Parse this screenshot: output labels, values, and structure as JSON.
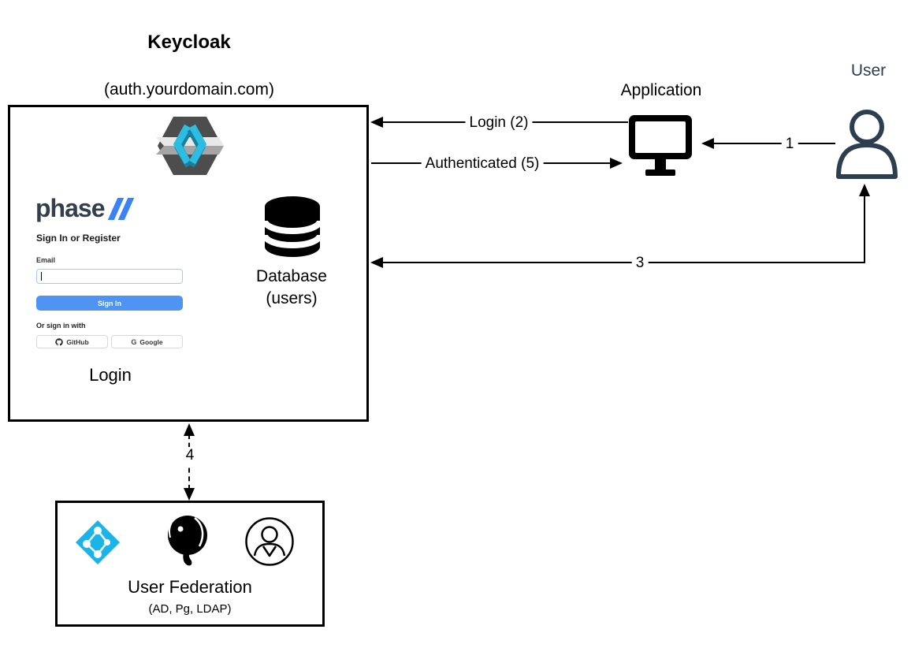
{
  "title": "Keycloak",
  "subtitle": "(auth.yourdomain.com)",
  "keycloak_box": {
    "login_caption": "Login",
    "database_label": "Database",
    "database_sublabel": "(users)"
  },
  "login_form": {
    "brand_text": "phase",
    "heading": "Sign In or Register",
    "email_label": "Email",
    "email_value": "",
    "sign_in_label": "Sign In",
    "sso_prompt": "Or sign in with",
    "github_label": "GitHub",
    "google_label": "G",
    "google_text": "Google"
  },
  "application": {
    "label": "Application"
  },
  "user": {
    "label": "User"
  },
  "federation_box": {
    "label": "User Federation",
    "sublabel": "(AD, Pg, LDAP)",
    "icons": [
      "azure-ad",
      "postgresql",
      "ldap-user"
    ]
  },
  "arrows": {
    "login_step": "Login (2)",
    "authenticated_step": "Authenticated (5)",
    "step_1": "1",
    "step_3": "3",
    "step_4": "4"
  },
  "colors": {
    "signin_button": "#4f94f2",
    "brand_dark": "#333f4c",
    "brand_blue": "#3b82f6",
    "user_stroke": "#2c3e50",
    "azure_cyan": "#19b5ea",
    "keycloak_grey": "#4d4d4d",
    "keycloak_cyan": "#2db9de"
  }
}
